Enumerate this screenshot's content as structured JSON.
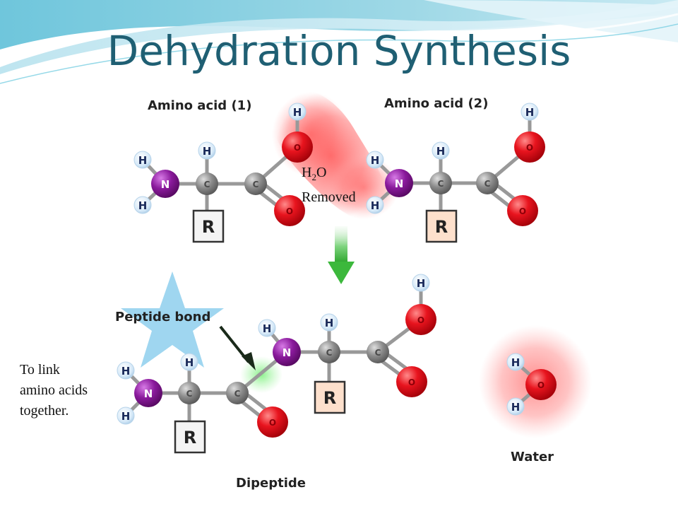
{
  "slide": {
    "title": "Dehydration Synthesis",
    "side_note": [
      "To link",
      "amino acids",
      "together."
    ]
  },
  "diagram": {
    "amino_acid_1_label": "Amino acid (1)",
    "amino_acid_2_label": "Amino acid (2)",
    "h2o_label": {
      "h": "H",
      "sub": "2",
      "o": "O"
    },
    "removed_label": "Removed",
    "peptide_bond_label": "Peptide bond",
    "dipeptide_label": "Dipeptide",
    "water_label": "Water",
    "atoms": {
      "h": "H",
      "n": "N",
      "c": "C",
      "o": "O",
      "r": "R"
    },
    "colors": {
      "title": "#1f5f73",
      "nitrogen": "#8a1a9c",
      "carbon": "#8c8c8c",
      "oxygen": "#e0141e",
      "hydrogen": "#d6e9f8",
      "highlight_red": "#ff6a6a",
      "highlight_green": "#6ee06e",
      "arrow_green": "#3cb83c",
      "star": "#9fd6f0"
    }
  }
}
